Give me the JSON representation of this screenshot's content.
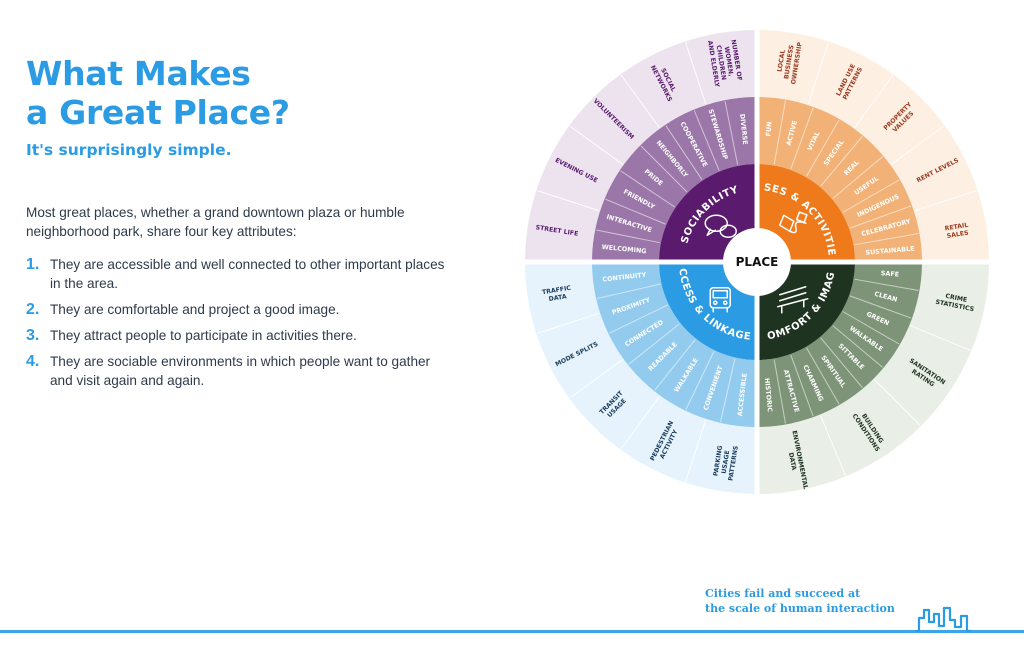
{
  "heading": {
    "title_line1": "What Makes",
    "title_line2": "a Great Place?",
    "subtitle": "It's surprisingly simple."
  },
  "intro": "Most great places, whether a grand downtown plaza or humble neighborhood park, share four key attributes:",
  "attributes": [
    {
      "num": "1.",
      "text": "They are accessible and well connected to other important places in the area."
    },
    {
      "num": "2.",
      "text": "They are comfortable and project a good image."
    },
    {
      "num": "3.",
      "text": "They attract people to participate in activities there."
    },
    {
      "num": "4.",
      "text": "They are sociable environments in which people want to gather and visit again and again."
    }
  ],
  "wheel": {
    "center": "PLACE",
    "quadrants": [
      {
        "id": "sociability",
        "name": "SOCIABILITY",
        "icon": "speech-bubbles-icon",
        "colors": {
          "core": "#5a1a6e",
          "mid": "#9b76a8",
          "outer": "#ece3ef",
          "text": "#5a1a6e"
        },
        "intangibles": [
          "WELCOMING",
          "INTERACTIVE",
          "FRIENDLY",
          "PRIDE",
          "NEIGHBORLY",
          "COOPERATIVE",
          "STEWARDSHIP",
          "DIVERSE"
        ],
        "measurements": [
          "STREET LIFE",
          "EVENING USE",
          "VOLUNTEERISM",
          "SOCIAL NETWORKS",
          "NUMBER OF WOMEN, CHILDREN AND ELDERLY"
        ]
      },
      {
        "id": "uses-activities",
        "name": "USES & ACTIVITIES",
        "icon": "kite-icon",
        "colors": {
          "core": "#ee7a1b",
          "mid": "#f2b277",
          "outer": "#fdf0e2",
          "text": "#9a3c22"
        },
        "intangibles": [
          "FUN",
          "ACTIVE",
          "VITAL",
          "SPECIAL",
          "REAL",
          "USEFUL",
          "INDIGENOUS",
          "CELEBRATORY",
          "SUSTAINABLE"
        ],
        "measurements": [
          "LOCAL BUSINESS OWNERSHIP",
          "LAND USE PATTERNS",
          "PROPERTY VALUES",
          "RENT LEVELS",
          "RETAIL SALES"
        ]
      },
      {
        "id": "comfort-image",
        "name": "COMFORT & IMAGE",
        "icon": "bench-icon",
        "colors": {
          "core": "#1e3320",
          "mid": "#7e9478",
          "outer": "#e9eee6",
          "text": "#1e3320"
        },
        "intangibles": [
          "SAFE",
          "CLEAN",
          "GREEN",
          "WALKABLE",
          "SITTABLE",
          "SPIRITUAL",
          "CHARMING",
          "ATTRACTIVE",
          "HISTORIC"
        ],
        "measurements": [
          "CRIME STATISTICS",
          "SANITATION RATING",
          "BUILDING CONDITIONS",
          "ENVIRONMENTAL DATA"
        ]
      },
      {
        "id": "access-linkages",
        "name": "ACCESS & LINKAGES",
        "icon": "bus-icon",
        "colors": {
          "core": "#2b9be3",
          "mid": "#93cbee",
          "outer": "#e6f3fc",
          "text": "#1a3d5c"
        },
        "intangibles": [
          "ACCESSIBLE",
          "CONVENIENT",
          "WALKABLE",
          "READABLE",
          "CONNECTED",
          "PROXIMITY",
          "CONTINUITY"
        ],
        "measurements": [
          "PARKING USAGE PATTERNS",
          "PEDESTRIAN ACTIVITY",
          "TRANSIT USAGE",
          "MODE SPLITS",
          "TRAFFIC DATA"
        ]
      }
    ]
  },
  "tagline": {
    "line1": "Cities fail and succeed at",
    "line2": "the scale of human interaction"
  },
  "footer_icon": "city-skyline-icon"
}
